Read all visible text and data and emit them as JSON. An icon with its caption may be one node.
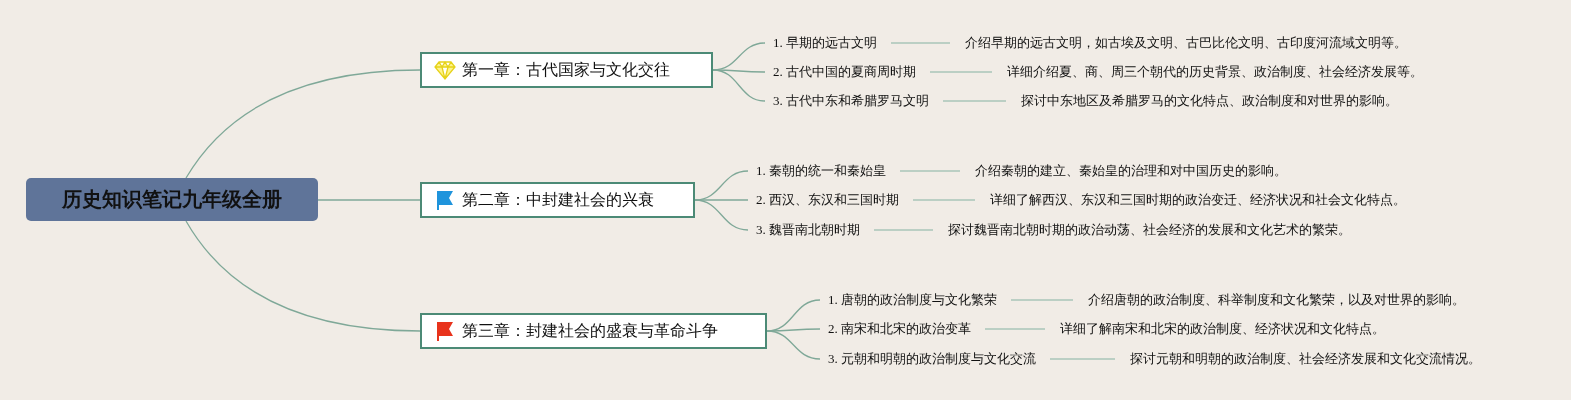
{
  "diagram": {
    "nodes": [
      {
        "text": [
          "历史知识笔记九年级全册"
        ]
      },
      {
        "text": [
          "第一章：古代国家与文化交往"
        ]
      },
      {
        "text": [
          "1. 早期的远古文明"
        ]
      },
      {
        "text": [
          "介绍早期的远古文明，如古埃及文明、古巴比伦文明、古印度河流域文明等。"
        ]
      },
      {
        "text": [
          "2. 古代中国的夏商周时期"
        ]
      },
      {
        "text": [
          "详细介绍夏、商、周三个朝代的历史背景、政治制度、社会经济发展等。"
        ]
      },
      {
        "text": [
          "3. 古代中东和希腊罗马文明"
        ]
      },
      {
        "text": [
          "探讨中东地区及希腊罗马的文化特点、政治制度和对世界的影响。"
        ]
      },
      {
        "text": [
          "第二章：中封建社会的兴衰"
        ]
      },
      {
        "text": [
          "1. 秦朝的统一和秦始皇"
        ]
      },
      {
        "text": [
          "介绍秦朝的建立、秦始皇的治理和对中国历史的影响。"
        ]
      },
      {
        "text": [
          "2. 西汉、东汉和三国时期"
        ]
      },
      {
        "text": [
          "详细了解西汉、东汉和三国时期的政治变迁、经济状况和社会文化特点。"
        ]
      },
      {
        "text": [
          "3. 魏晋南北朝时期"
        ]
      },
      {
        "text": [
          "探讨魏晋南北朝时期的政治动荡、社会经济的发展和文化艺术的繁荣。"
        ]
      },
      {
        "text": [
          "第三章：封建社会的盛衰与革命斗争"
        ]
      },
      {
        "text": [
          "1. 唐朝的政治制度与文化繁荣"
        ]
      },
      {
        "text": [
          "介绍唐朝的政治制度、科举制度和文化繁荣，以及对世界的影响。"
        ]
      },
      {
        "text": [
          "2. 南宋和北宋的政治变革"
        ]
      },
      {
        "text": [
          "详细了解南宋和北宋的政治制度、经济状况和文化特点。"
        ]
      },
      {
        "text": [
          "3. 元朝和明朝的政治制度与文化交流"
        ]
      },
      {
        "text": [
          "探讨元朝和明朝的政治制度、社会经济发展和文化交流情况。"
        ]
      }
    ],
    "edges": [
      {
        "from": 0,
        "to": 1,
        "arrow": "none"
      },
      {
        "from": 0,
        "to": 8,
        "arrow": "none"
      },
      {
        "from": 0,
        "to": 15,
        "arrow": "none"
      },
      {
        "from": 1,
        "to": 2,
        "arrow": "none"
      },
      {
        "from": 1,
        "to": 4,
        "arrow": "none"
      },
      {
        "from": 1,
        "to": 6,
        "arrow": "none"
      },
      {
        "from": 2,
        "to": 3,
        "arrow": "none"
      },
      {
        "from": 4,
        "to": 5,
        "arrow": "none"
      },
      {
        "from": 6,
        "to": 7,
        "arrow": "none"
      },
      {
        "from": 8,
        "to": 9,
        "arrow": "none"
      },
      {
        "from": 8,
        "to": 11,
        "arrow": "none"
      },
      {
        "from": 8,
        "to": 13,
        "arrow": "none"
      },
      {
        "from": 9,
        "to": 10,
        "arrow": "none"
      },
      {
        "from": 11,
        "to": 12,
        "arrow": "none"
      },
      {
        "from": 13,
        "to": 14,
        "arrow": "none"
      },
      {
        "from": 15,
        "to": 16,
        "arrow": "none"
      },
      {
        "from": 15,
        "to": 18,
        "arrow": "none"
      },
      {
        "from": 15,
        "to": 20,
        "arrow": "none"
      },
      {
        "from": 16,
        "to": 17,
        "arrow": "none"
      },
      {
        "from": 18,
        "to": 19,
        "arrow": "none"
      },
      {
        "from": 20,
        "to": 21,
        "arrow": "none"
      }
    ]
  }
}
